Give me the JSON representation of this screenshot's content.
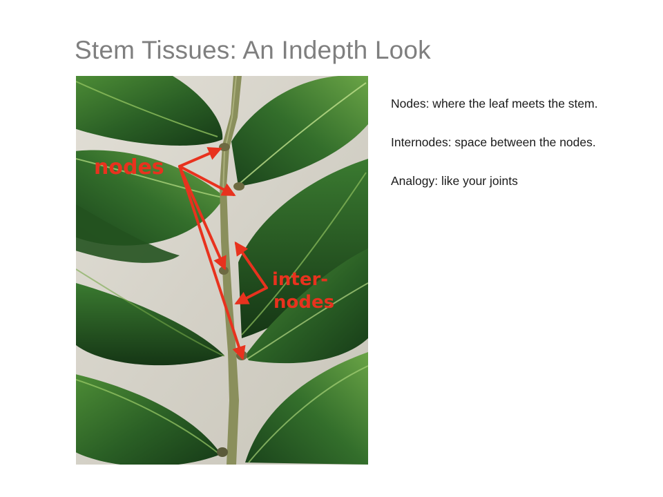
{
  "slide": {
    "title": "Stem Tissues: An Indepth Look",
    "photo": {
      "label_nodes": "nodes",
      "label_internodes_line1": "inter-",
      "label_internodes_line2": "nodes",
      "colors": {
        "arrow": "#e8321e",
        "leaf_dark": "#173d1a",
        "leaf_mid": "#2f6b2a",
        "leaf_light": "#5f9a3c",
        "wall": "#d9d6cc",
        "stem": "#8a8f5c"
      }
    },
    "notes": [
      "Nodes: where the leaf meets the stem.",
      "Internodes: space between the nodes.",
      "Analogy: like your joints"
    ]
  }
}
